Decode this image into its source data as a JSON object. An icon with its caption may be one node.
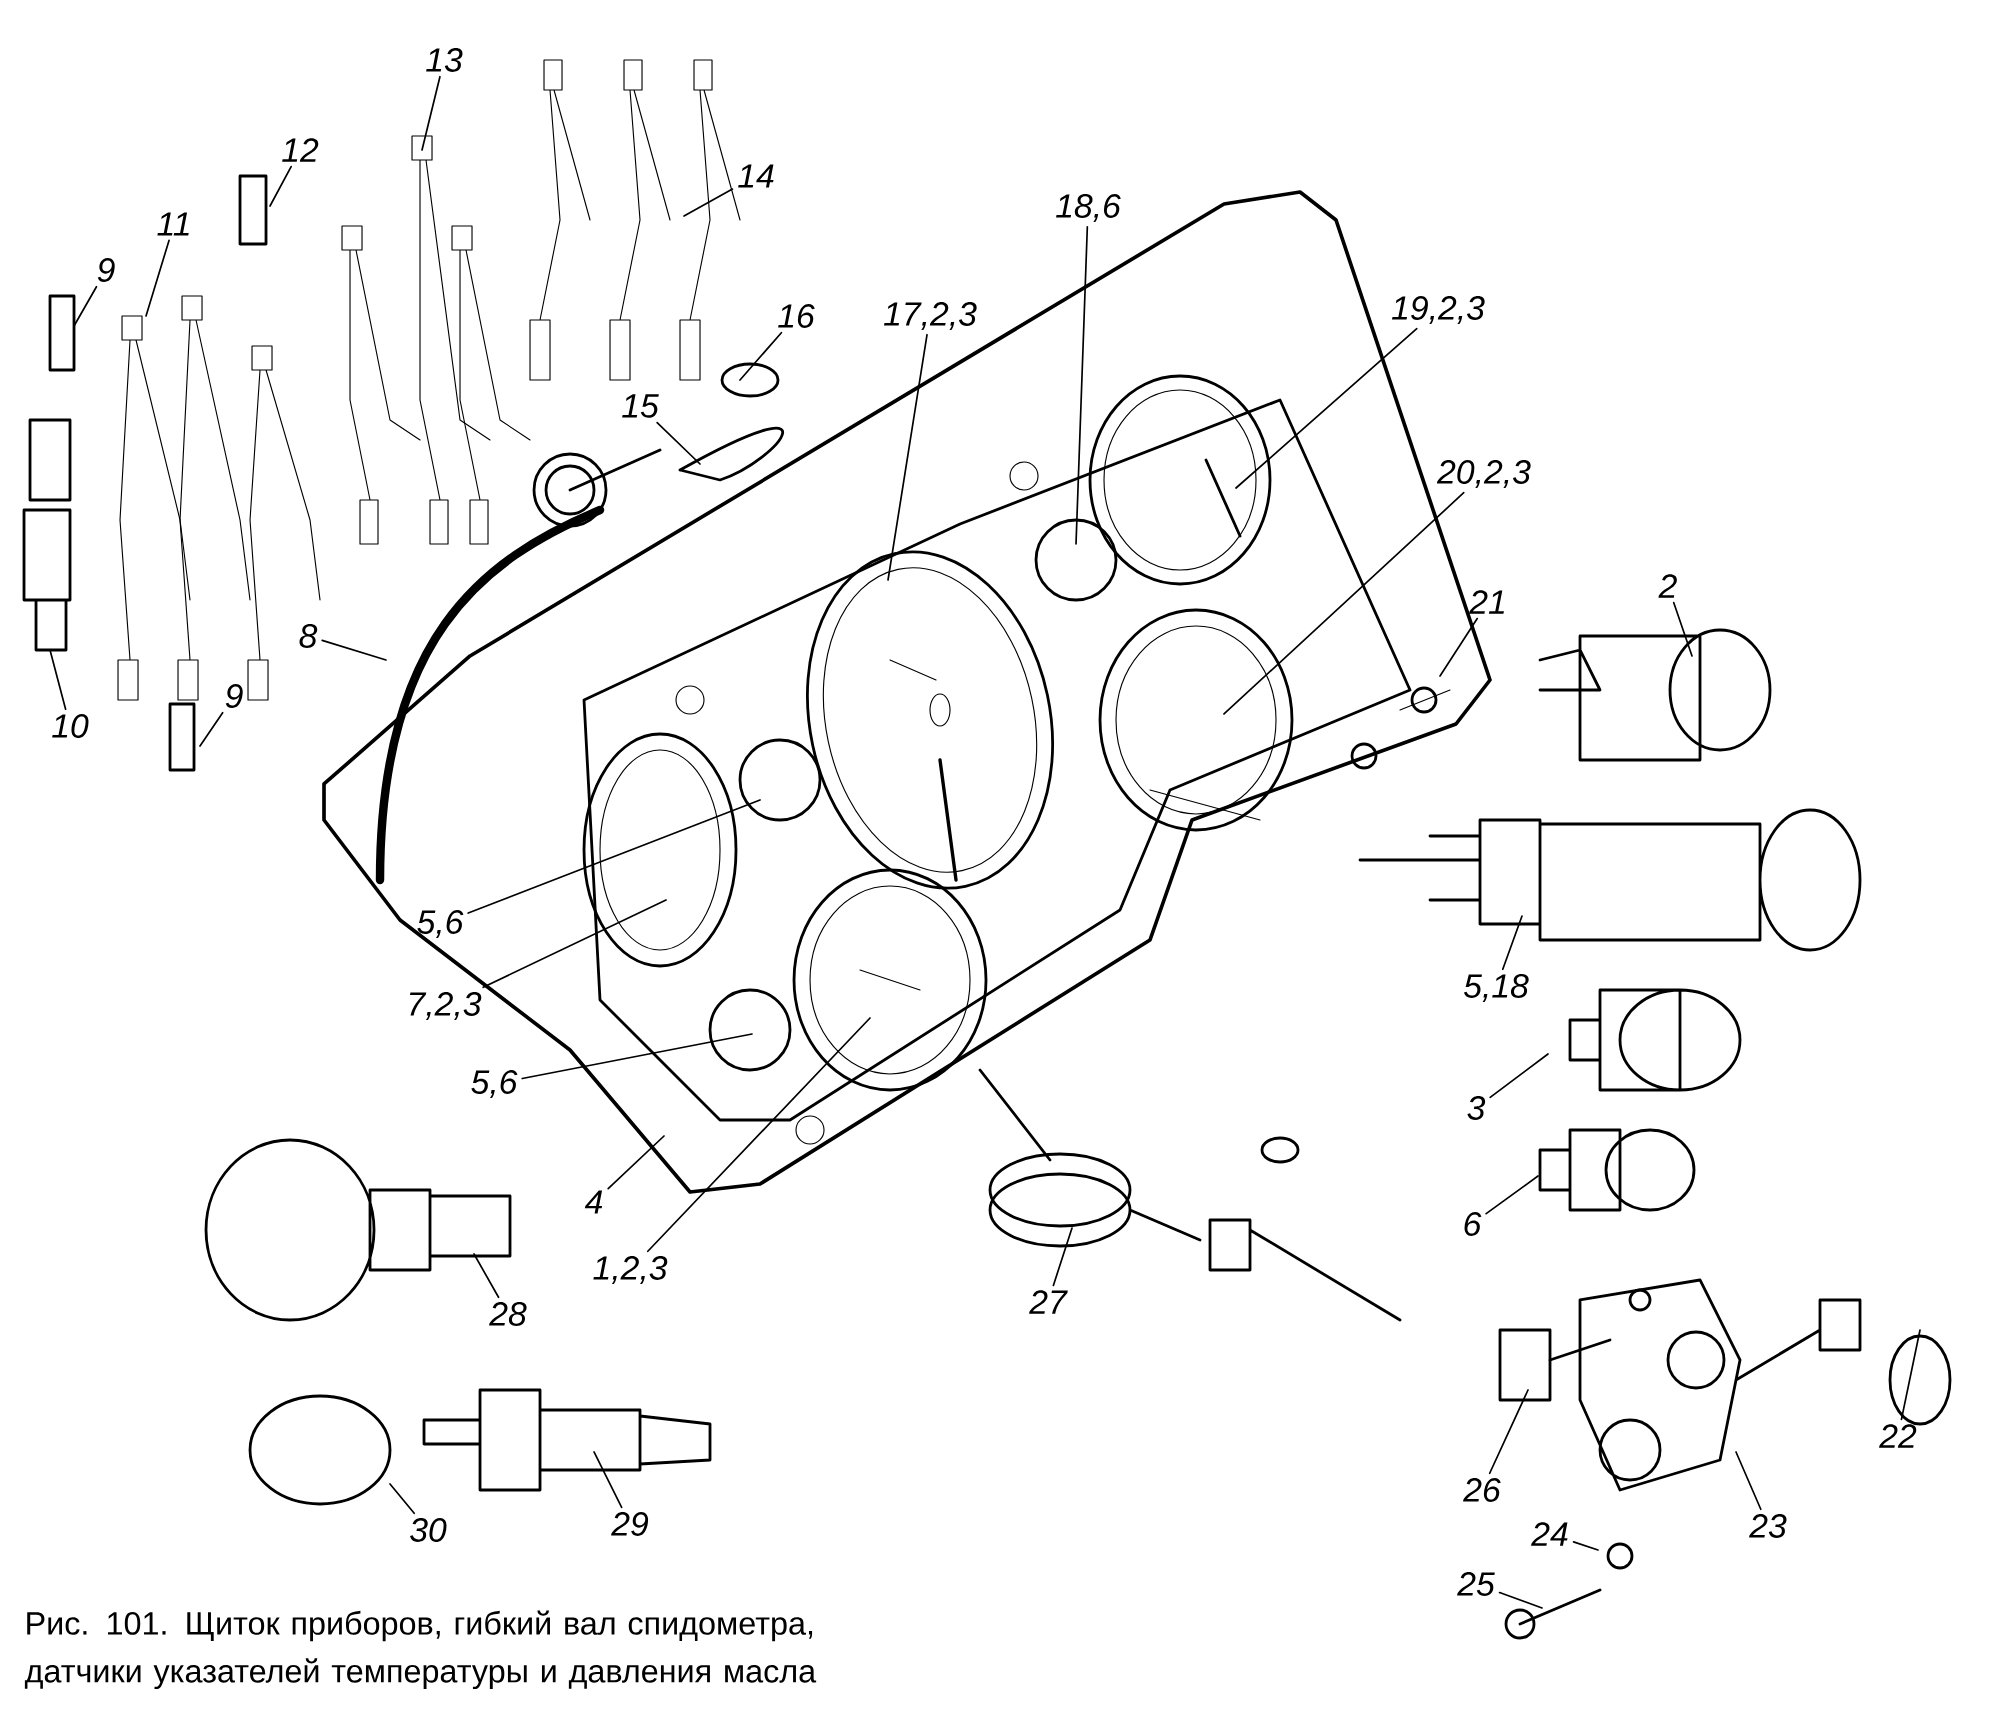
{
  "diagram": {
    "caption": "Рис. 101. Щиток приборов, гибкий вал спидометра, датчики указателей температуры и давления масла",
    "nodes": [
      {
        "text": [
          "9"
        ]
      },
      {
        "text": [
          "11"
        ]
      },
      {
        "text": [
          "12"
        ]
      },
      {
        "text": [
          "13"
        ]
      },
      {
        "text": [
          "14"
        ]
      },
      {
        "text": [
          "16"
        ]
      },
      {
        "text": [
          "15"
        ]
      },
      {
        "text": [
          "18,6"
        ]
      },
      {
        "text": [
          "17,2,3"
        ]
      },
      {
        "text": [
          "19,2,3"
        ]
      },
      {
        "text": [
          "20,2,3"
        ]
      },
      {
        "text": [
          "21"
        ]
      },
      {
        "text": [
          "2"
        ]
      },
      {
        "text": [
          "8"
        ]
      },
      {
        "text": [
          "10"
        ]
      },
      {
        "text": [
          "9"
        ]
      },
      {
        "text": [
          "5,6"
        ]
      },
      {
        "text": [
          "7,2,3"
        ]
      },
      {
        "text": [
          "5,18"
        ]
      },
      {
        "text": [
          "5,6"
        ]
      },
      {
        "text": [
          "3"
        ]
      },
      {
        "text": [
          "4"
        ]
      },
      {
        "text": [
          "6"
        ]
      },
      {
        "text": [
          "1,2,3"
        ]
      },
      {
        "text": [
          "28"
        ]
      },
      {
        "text": [
          "27"
        ]
      },
      {
        "text": [
          "22"
        ]
      },
      {
        "text": [
          "26"
        ]
      },
      {
        "text": [
          "23"
        ]
      },
      {
        "text": [
          "24"
        ]
      },
      {
        "text": [
          "30"
        ]
      },
      {
        "text": [
          "29"
        ]
      },
      {
        "text": [
          "25"
        ]
      }
    ],
    "edges": [
      {
        "from": 0,
        "to": null,
        "arrow": "none"
      },
      {
        "from": 1,
        "to": null,
        "arrow": "none"
      },
      {
        "from": 2,
        "to": null,
        "arrow": "none"
      },
      {
        "from": 3,
        "to": null,
        "arrow": "none"
      },
      {
        "from": 4,
        "to": null,
        "arrow": "none"
      },
      {
        "from": 5,
        "to": null,
        "arrow": "none"
      },
      {
        "from": 6,
        "to": null,
        "arrow": "none"
      },
      {
        "from": 7,
        "to": null,
        "arrow": "none"
      },
      {
        "from": 8,
        "to": null,
        "arrow": "none"
      },
      {
        "from": 9,
        "to": null,
        "arrow": "none"
      },
      {
        "from": 10,
        "to": null,
        "arrow": "none"
      },
      {
        "from": 11,
        "to": null,
        "arrow": "none"
      },
      {
        "from": 12,
        "to": null,
        "arrow": "none"
      },
      {
        "from": 13,
        "to": null,
        "arrow": "none"
      },
      {
        "from": 14,
        "to": null,
        "arrow": "none"
      },
      {
        "from": 15,
        "to": null,
        "arrow": "none"
      },
      {
        "from": 16,
        "to": null,
        "arrow": "none"
      },
      {
        "from": 17,
        "to": null,
        "arrow": "none"
      },
      {
        "from": 18,
        "to": null,
        "arrow": "none"
      },
      {
        "from": 19,
        "to": null,
        "arrow": "none"
      },
      {
        "from": 20,
        "to": null,
        "arrow": "none"
      },
      {
        "from": 21,
        "to": null,
        "arrow": "none"
      },
      {
        "from": 22,
        "to": null,
        "arrow": "none"
      },
      {
        "from": 23,
        "to": null,
        "arrow": "none"
      },
      {
        "from": 24,
        "to": null,
        "arrow": "none"
      },
      {
        "from": 25,
        "to": null,
        "arrow": "none"
      },
      {
        "from": 26,
        "to": null,
        "arrow": "none"
      },
      {
        "from": 27,
        "to": null,
        "arrow": "none"
      },
      {
        "from": 28,
        "to": null,
        "arrow": "none"
      },
      {
        "from": 29,
        "to": null,
        "arrow": "none"
      },
      {
        "from": 30,
        "to": null,
        "arrow": "none"
      },
      {
        "from": 31,
        "to": null,
        "arrow": "none"
      },
      {
        "from": 32,
        "to": null,
        "arrow": "none"
      }
    ]
  }
}
